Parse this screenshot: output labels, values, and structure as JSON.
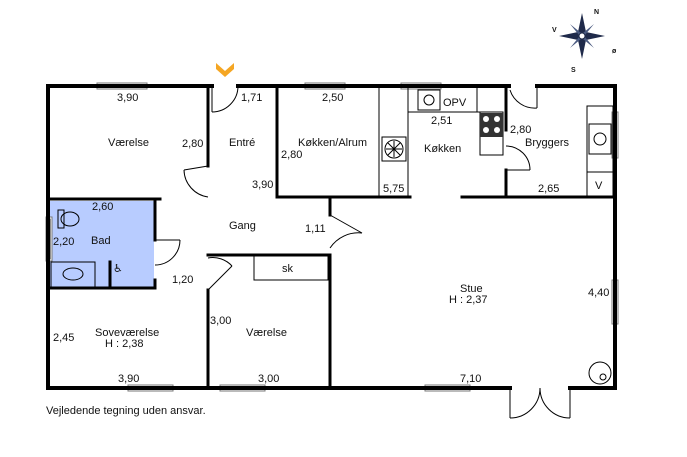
{
  "colors": {
    "bathroom": "#b8ccff",
    "door_marker": "#f5a623",
    "wall": "#000000"
  },
  "rooms": {
    "vaerelse_1": "Værelse",
    "entre": "Entré",
    "koekken_alrum": "Køkken/Alrum",
    "koekken": "Køkken",
    "bryggers": "Bryggers",
    "bad": "Bad",
    "gang": "Gang",
    "stue": "Stue",
    "stue_height": "H : 2,37",
    "sovevaerelse": "Soveværelse",
    "sovevaerelse_height": "H : 2,38",
    "vaerelse_2": "Værelse"
  },
  "dimensions": {
    "d_3_90_top": "3,90",
    "d_1_71": "1,71",
    "d_2_50": "2,50",
    "d_2_51": "2,51",
    "d_2_80_bryggers": "2,80",
    "d_2_80_vaerelse": "2,80",
    "d_2_80_koekken": "2,80",
    "d_3_90_entre": "3,90",
    "d_5_75": "5,75",
    "d_2_65": "2,65",
    "d_2_60": "2,60",
    "d_2_20": "2,20",
    "d_1_11": "1,11",
    "d_1_20": "1,20",
    "d_4_40": "4,40",
    "d_3_00_vaerelse": "3,00",
    "d_2_45": "2,45",
    "d_3_90_bottom": "3,90",
    "d_3_00_bottom": "3,00",
    "d_7_10": "7,10"
  },
  "fixtures": {
    "opv": "OPV",
    "sk": "sk",
    "v": "V"
  },
  "compass": {
    "n": "N",
    "v": "V",
    "oe": "ø",
    "s": "S"
  },
  "disclaimer": "Vejledende tegning uden ansvar."
}
